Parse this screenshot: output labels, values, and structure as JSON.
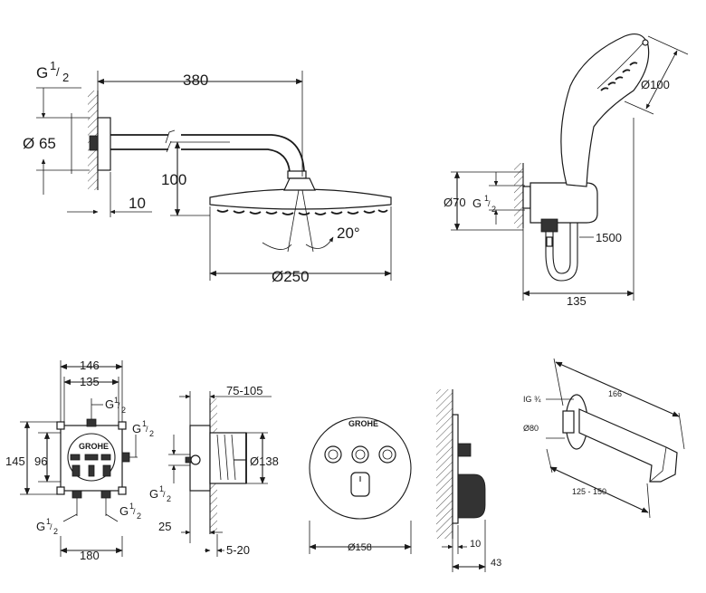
{
  "colors": {
    "ink": "#1a1a1a",
    "paper": "#ffffff",
    "hatch": "#555555"
  },
  "brand": {
    "logo_text": "GROHE"
  },
  "head_shower": {
    "arm_length": "380",
    "thread": "G",
    "thread_num": "1",
    "thread_den": "2",
    "flange_dia": "Ø 65",
    "projection_depth": "10",
    "drop_height": "100",
    "tilt_angle": "20°",
    "head_dia": "Ø250"
  },
  "hand_shower": {
    "head_dia": "Ø100",
    "elbow_dia": "Ø70",
    "thread": "G",
    "thread_num": "1",
    "thread_den": "2",
    "hose_length": "1500",
    "projection": "135"
  },
  "rough_in_box": {
    "width_outer": "146",
    "width_inner": "135",
    "height_outer": "145",
    "height_inner": "96",
    "base_width": "180",
    "thread_top": "G",
    "thread_right": "G",
    "thread_bl": "G",
    "thread_br": "G",
    "thread_num": "1",
    "thread_den": "2"
  },
  "rough_in_side": {
    "depth_range": "75-105",
    "cover_dia": "Ø138",
    "thread": "G",
    "thread_num": "1",
    "thread_den": "2",
    "offset": "25",
    "tile_range": "5-20"
  },
  "trim_plate": {
    "dia": "Ø158"
  },
  "trim_side": {
    "plate_depth": "10",
    "knob_depth": "43"
  },
  "spout": {
    "thread": "IG ¾",
    "length": "166",
    "rosette_dia": "Ø80",
    "mount_range": "125 - 150"
  }
}
